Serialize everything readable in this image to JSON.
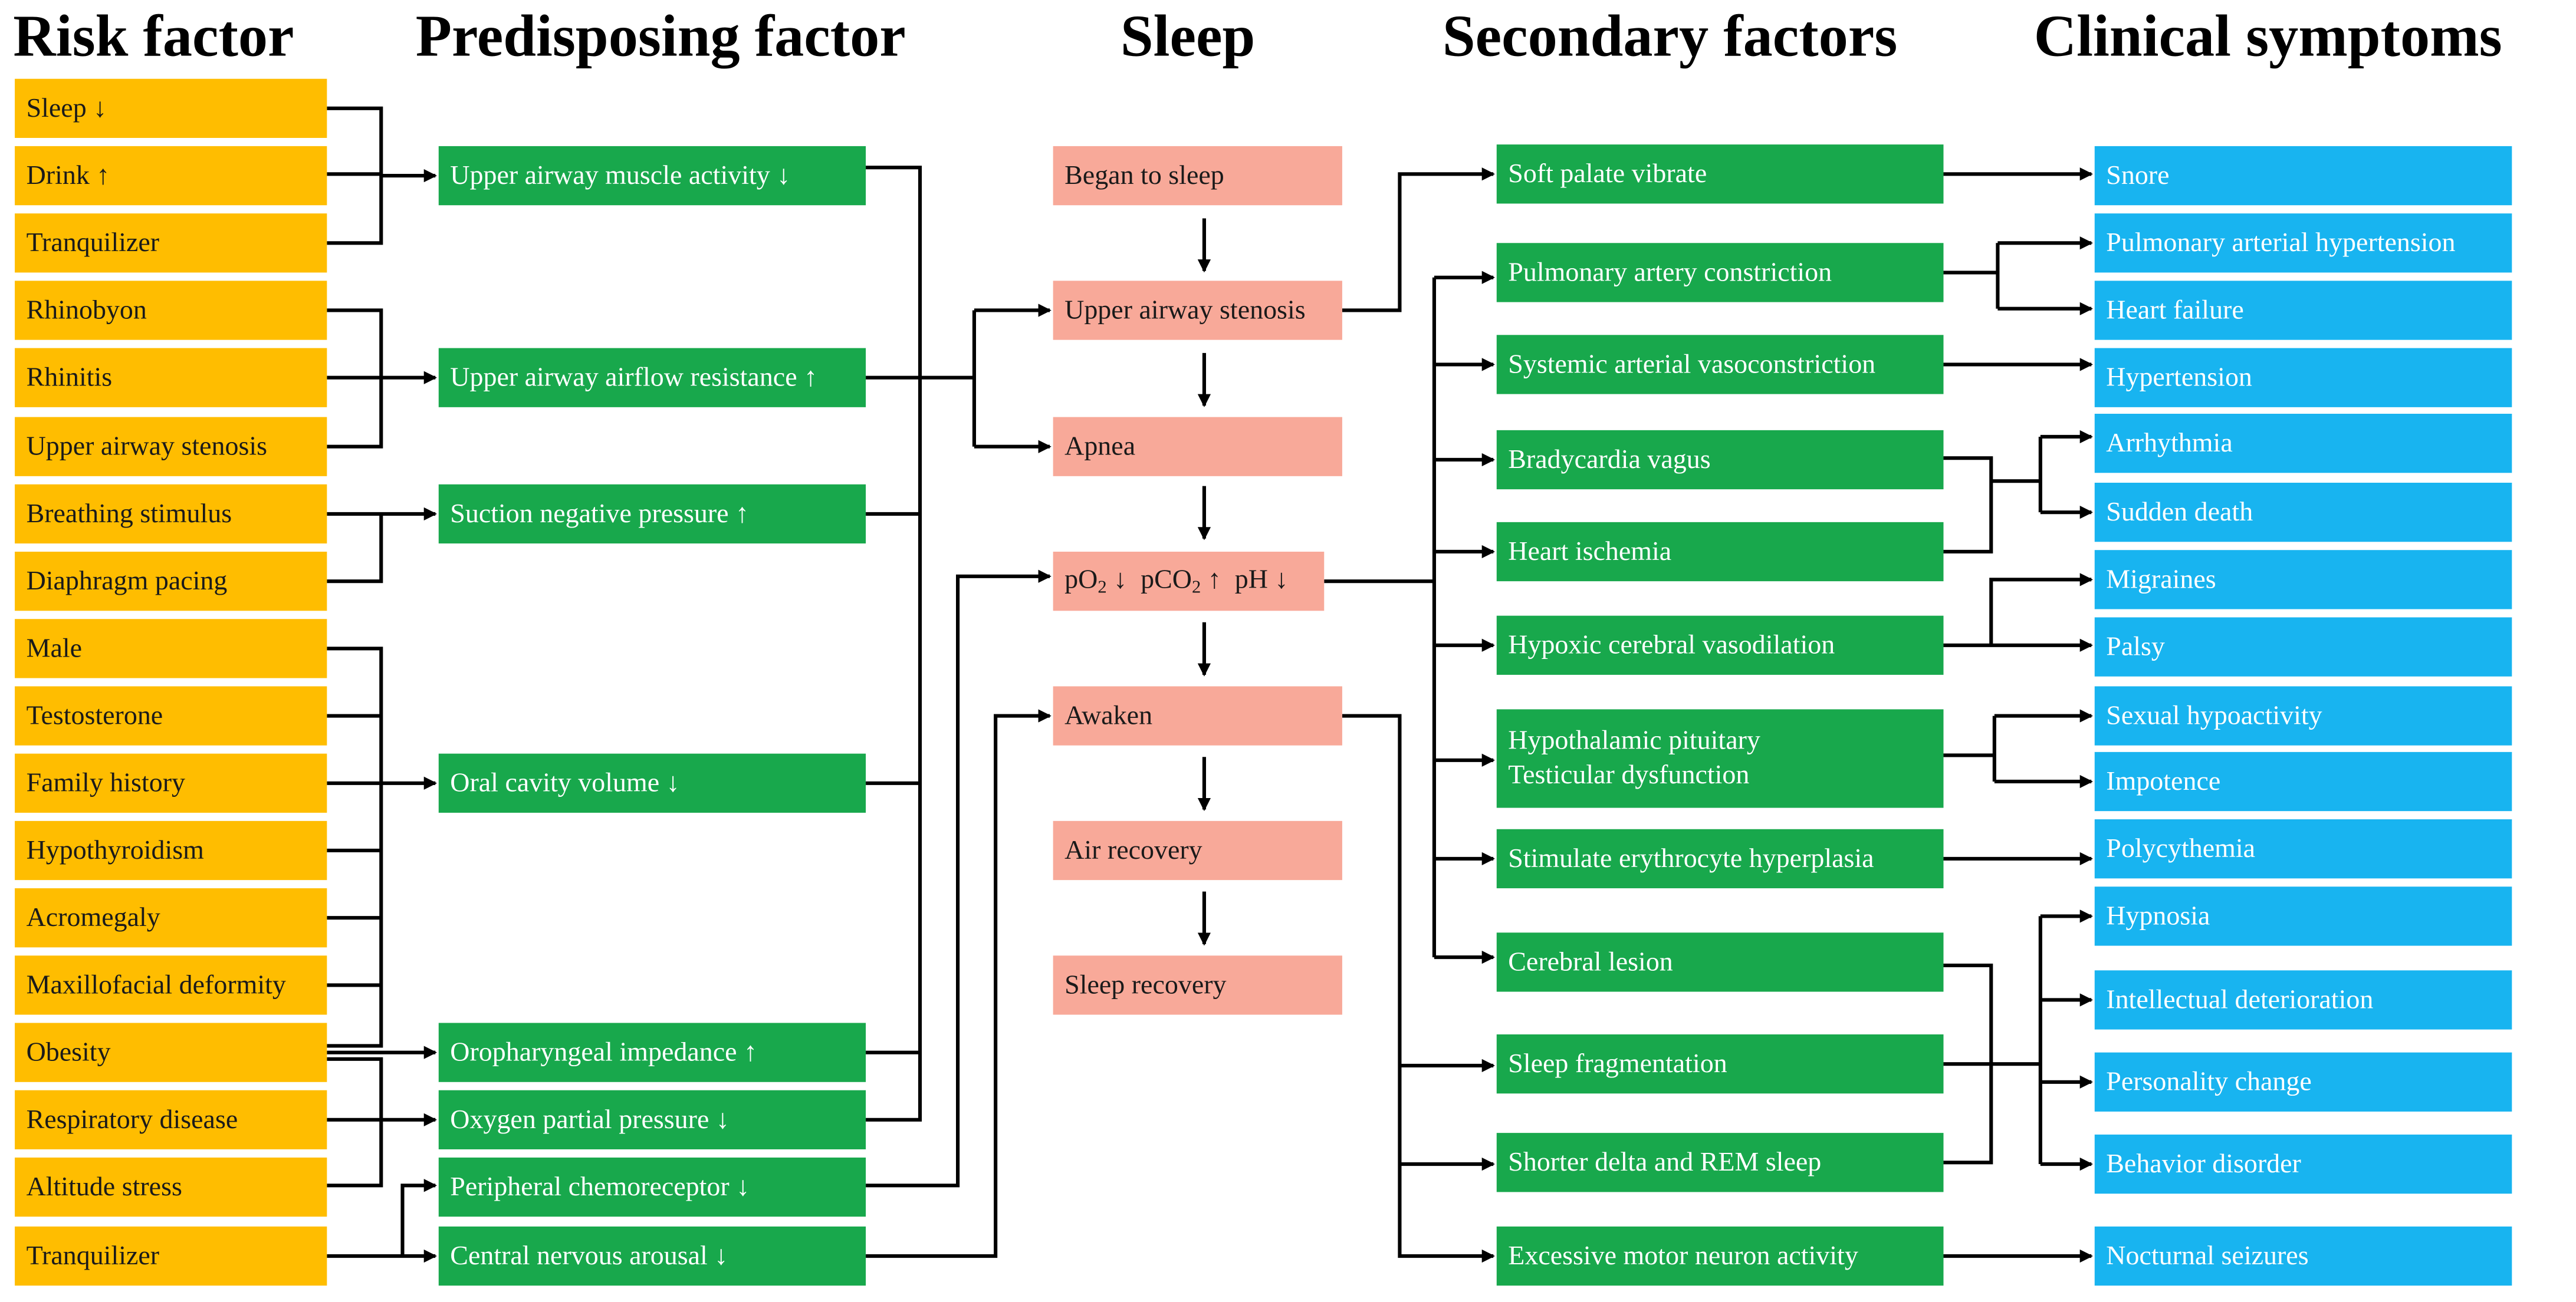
{
  "headers": {
    "risk": "Risk factor",
    "predisposing": "Predisposing factor",
    "sleep": "Sleep",
    "secondary": "Secondary factors",
    "clinical": "Clinical symptoms"
  },
  "colors": {
    "risk": "#ffbd00",
    "predisposing": "#18a84c",
    "sleep": "#f8a999",
    "secondary": "#18a84c",
    "clinical": "#18b4f0",
    "line": "#000000"
  },
  "risk_factors": [
    "Sleep ↓",
    "Drink ↑",
    "Tranquilizer",
    "Rhinobyon",
    "Rhinitis",
    "Upper airway stenosis",
    "Breathing stimulus",
    "Diaphragm pacing",
    "Male",
    "Testosterone",
    "Family history",
    "Hypothyroidism",
    "Acromegaly",
    "Maxillofacial deformity",
    "Obesity",
    "Respiratory disease",
    "Altitude stress",
    "Tranquilizer"
  ],
  "predisposing_factors": [
    "Upper airway muscle activity ↓",
    "Upper airway airflow resistance ↑",
    "Suction negative pressure ↑",
    "Oral cavity volume ↓",
    "Oropharyngeal impedance ↑",
    "Oxygen partial pressure ↓",
    "Peripheral chemoreceptor ↓",
    "Central nervous arousal ↓"
  ],
  "sleep_stages": [
    "Began to sleep",
    "Upper airway stenosis",
    "Apnea",
    {
      "p1": "pO",
      "s1": "2",
      "p2": " ↓  pCO",
      "s2": "2",
      "p3": " ↑  pH ↓"
    },
    "Awaken",
    "Air recovery",
    "Sleep recovery"
  ],
  "secondary_factors": [
    "Soft palate vibrate",
    "Pulmonary artery constriction",
    "Systemic arterial vasoconstriction",
    "Bradycardia vagus",
    "Heart ischemia",
    "Hypoxic cerebral vasodilation",
    {
      "line1": "Hypothalamic pituitary",
      "line2": "Testicular dysfunction"
    },
    "Stimulate erythrocyte hyperplasia",
    "Cerebral lesion",
    "Sleep fragmentation",
    "Shorter delta and REM sleep",
    "Excessive motor neuron activity"
  ],
  "clinical_symptoms": [
    "Snore",
    "Pulmonary arterial hypertension",
    "Heart failure",
    "Hypertension",
    "Arrhythmia",
    "Sudden death",
    "Migraines",
    "Palsy",
    "Sexual hypoactivity",
    "Impotence",
    "Polycythemia",
    "Hypnosia",
    "Intellectual deterioration",
    "Personality change",
    "Behavior disorder",
    "Nocturnal seizures"
  ]
}
